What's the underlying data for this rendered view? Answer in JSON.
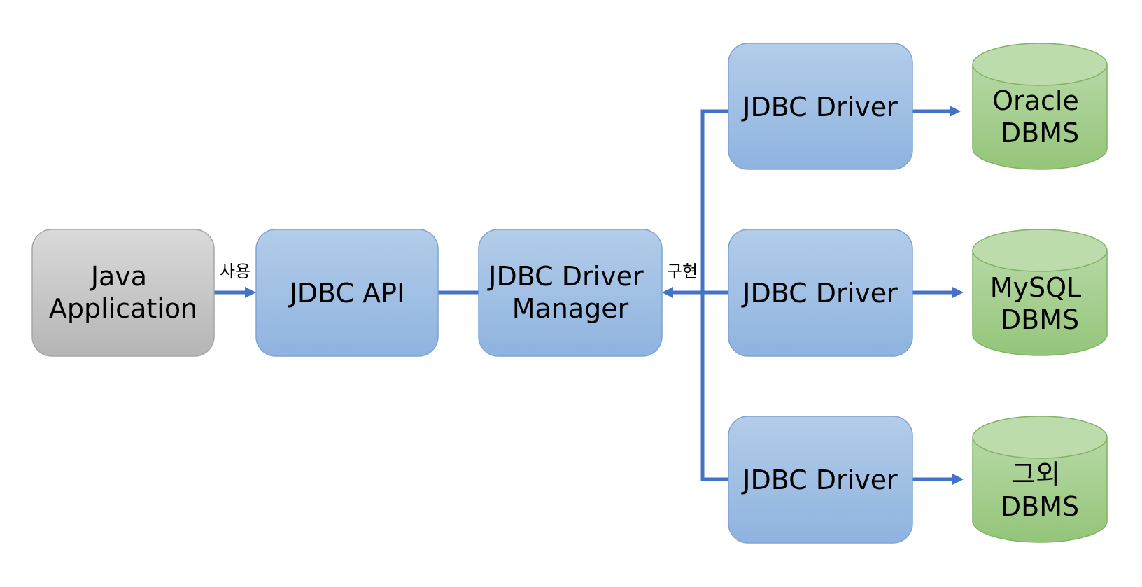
{
  "nodes": {
    "java_app": {
      "lines": [
        "Java",
        "Application"
      ]
    },
    "jdbc_api": {
      "lines": [
        "JDBC API"
      ]
    },
    "driver_manager": {
      "lines": [
        "JDBC Driver",
        "Manager"
      ]
    },
    "driver_1": {
      "lines": [
        "JDBC Driver"
      ]
    },
    "driver_2": {
      "lines": [
        "JDBC Driver"
      ]
    },
    "driver_3": {
      "lines": [
        "JDBC Driver"
      ]
    },
    "db_oracle": {
      "lines": [
        "Oracle",
        "DBMS"
      ]
    },
    "db_mysql": {
      "lines": [
        "MySQL",
        "DBMS"
      ]
    },
    "db_other": {
      "lines": [
        "그외",
        "DBMS"
      ]
    }
  },
  "edges": {
    "uses_label": "사용",
    "implements_label": "구현"
  },
  "colors": {
    "connector": "#4472c4",
    "gray_box_top": "#dadada",
    "gray_box_bottom": "#b5b5b5",
    "blue_box_top": "#b3cde9",
    "blue_box_bottom": "#8fb3df",
    "green_db_top": "#b7d8a5",
    "green_db_bottom": "#94c57a"
  }
}
